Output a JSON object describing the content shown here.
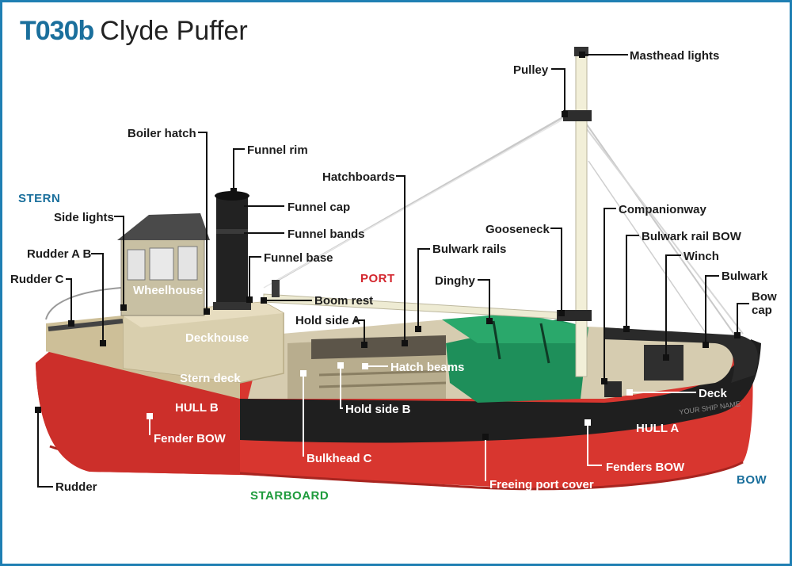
{
  "title": {
    "code": "T030b",
    "name": "Clyde Puffer"
  },
  "colors": {
    "border": "#1f7fb3",
    "title_code": "#1a6f9c",
    "stern_bow": "#1a6f9c",
    "port": "#d3262e",
    "starboard": "#1e9b3c",
    "hull_red": "#d8362f",
    "hull_black": "#1f1f1f",
    "deckhouse": "#d9cfae",
    "dinghy_cover": "#1e8f5a",
    "mast": "#f2efd8"
  },
  "directions": {
    "stern": "STERN",
    "bow": "BOW",
    "port": "PORT",
    "starboard": "STARBOARD"
  },
  "hull_name_plate": "YOUR SHIP NAME",
  "labels": {
    "masthead_lights": "Masthead lights",
    "pulley": "Pulley",
    "boiler_hatch": "Boiler hatch",
    "funnel_rim": "Funnel rim",
    "hatchboards": "Hatchboards",
    "funnel_cap": "Funnel cap",
    "side_lights": "Side lights",
    "funnel_bands": "Funnel bands",
    "companionway": "Companionway",
    "gooseneck": "Gooseneck",
    "bulwark_rail_bow": "Bulwark rail BOW",
    "rudder_a_b": "Rudder A B",
    "bulwark_rails": "Bulwark rails",
    "funnel_base": "Funnel base",
    "winch": "Winch",
    "rudder_c": "Rudder C",
    "dinghy": "Dinghy",
    "bulwark": "Bulwark",
    "bow_cap_1": "Bow",
    "bow_cap_2": "cap",
    "wheelhouse": "Wheelhouse",
    "boom_rest": "Boom rest",
    "hold_side_a": "Hold side A",
    "deckhouse": "Deckhouse",
    "hatch_beams": "Hatch beams",
    "stern_deck": "Stern deck",
    "deck": "Deck",
    "hull_b": "HULL B",
    "hold_side_b": "Hold side B",
    "hull_a": "HULL A",
    "fender_bow": "Fender BOW",
    "bulkhead_c": "Bulkhead C",
    "fenders_bow": "Fenders BOW",
    "rudder": "Rudder",
    "freeing_port_cover": "Freeing port cover"
  }
}
